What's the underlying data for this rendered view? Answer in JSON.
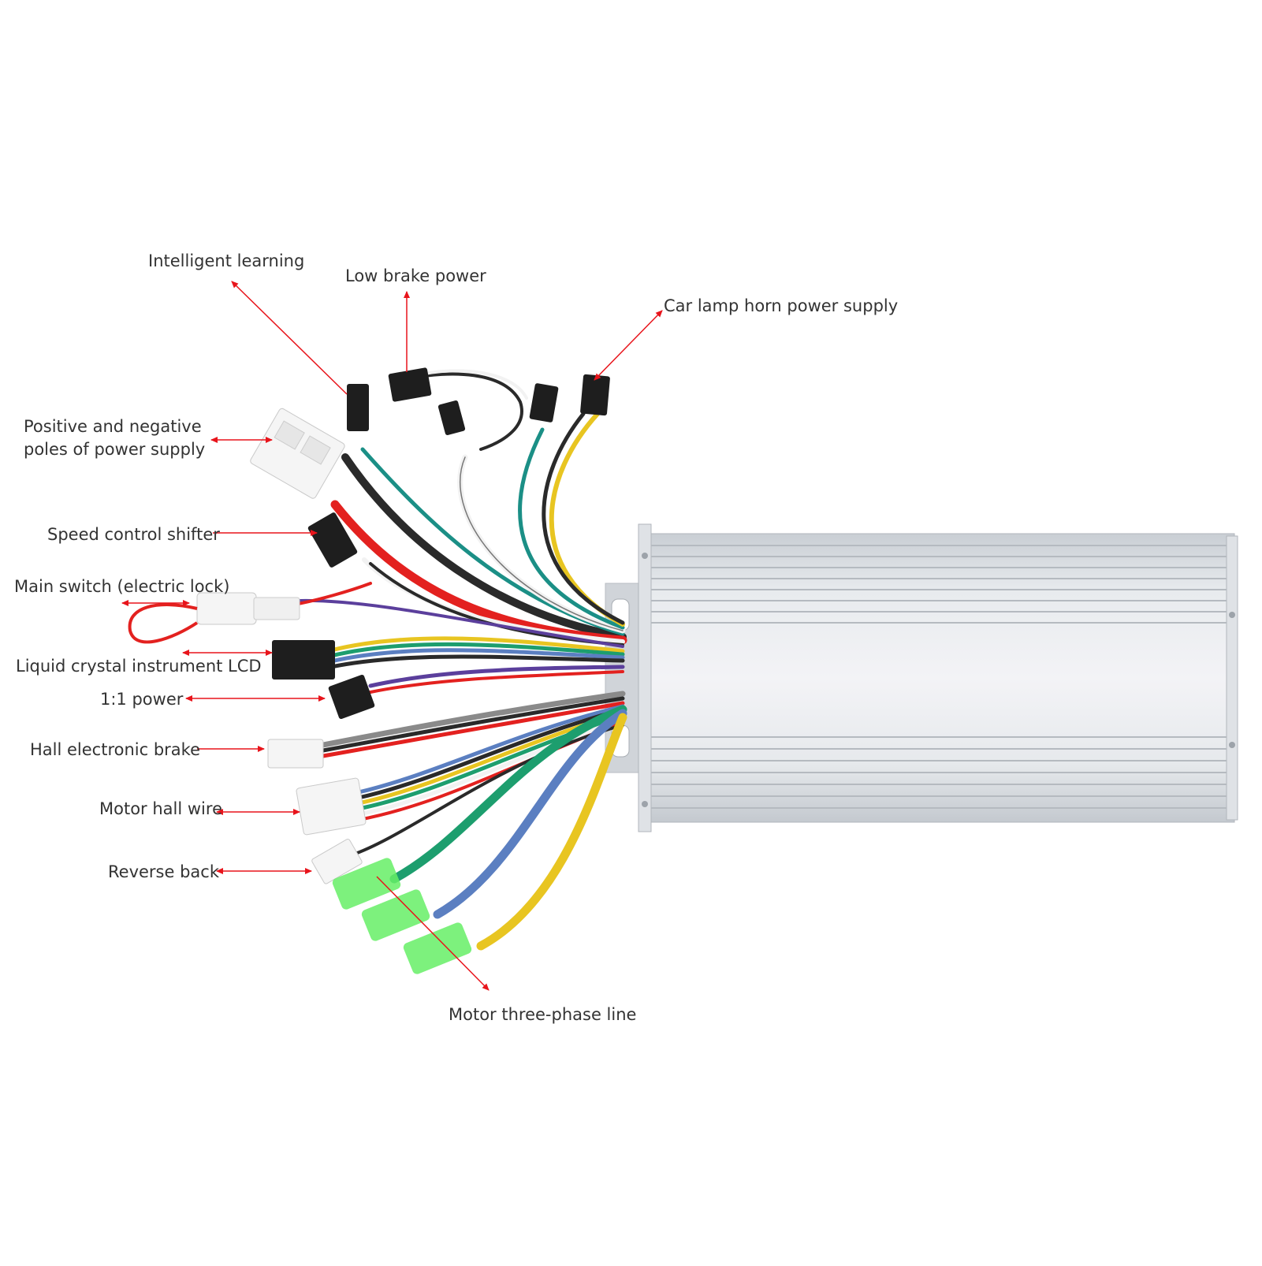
{
  "labels": {
    "intelligent_learning": "Intelligent learning",
    "low_brake_power": "Low brake power",
    "car_lamp_horn": "Car lamp horn power supply",
    "power_poles_line1": "Positive and negative",
    "power_poles_line2": "poles of power supply",
    "speed_control": "Speed control shifter",
    "main_switch": "Main switch (electric lock)",
    "lcd": "Liquid crystal instrument LCD",
    "one_one_power": "1:1 power",
    "hall_brake": "Hall electronic brake",
    "motor_hall": "Motor hall wire",
    "reverse": "Reverse back",
    "three_phase": "Motor three-phase line"
  },
  "colors": {
    "arrow": "#e8141b",
    "label_text": "#333333",
    "controller_body": "#d9dde2",
    "wire_red": "#e3211f",
    "wire_black": "#2a2a2a",
    "wire_green": "#1d9e6e",
    "wire_teal": "#1b8f86",
    "wire_yellow": "#e8c521",
    "wire_blue": "#5b7fc1",
    "wire_purple": "#5b3f9c",
    "wire_white": "#f2f2f2",
    "wire_grey": "#8a8a8a",
    "terminal_green": "#66ee66"
  }
}
